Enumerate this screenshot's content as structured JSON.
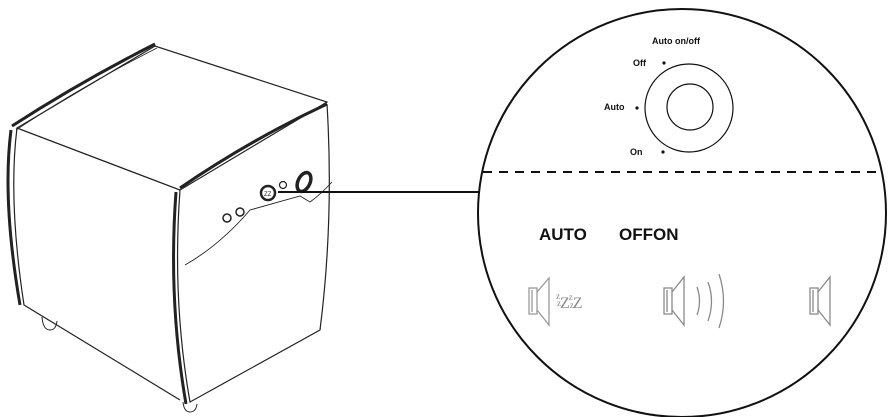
{
  "diagram": {
    "title": "Auto on/off",
    "knob_positions": [
      {
        "label": "Off"
      },
      {
        "label": "Auto"
      },
      {
        "label": "On"
      }
    ],
    "modes": [
      {
        "label": "AUTO",
        "icon": "speaker-sleeping-icon",
        "description": "zZzZ"
      },
      {
        "label": "OFF",
        "icon": "speaker-sound-waves-icon"
      },
      {
        "label": "ON",
        "icon": "speaker-silent-icon"
      }
    ],
    "mode_header_text": "OFFON",
    "colors": {
      "line": "#111111",
      "icon_gray": "#9a9a9a",
      "background": "#ffffff"
    }
  }
}
